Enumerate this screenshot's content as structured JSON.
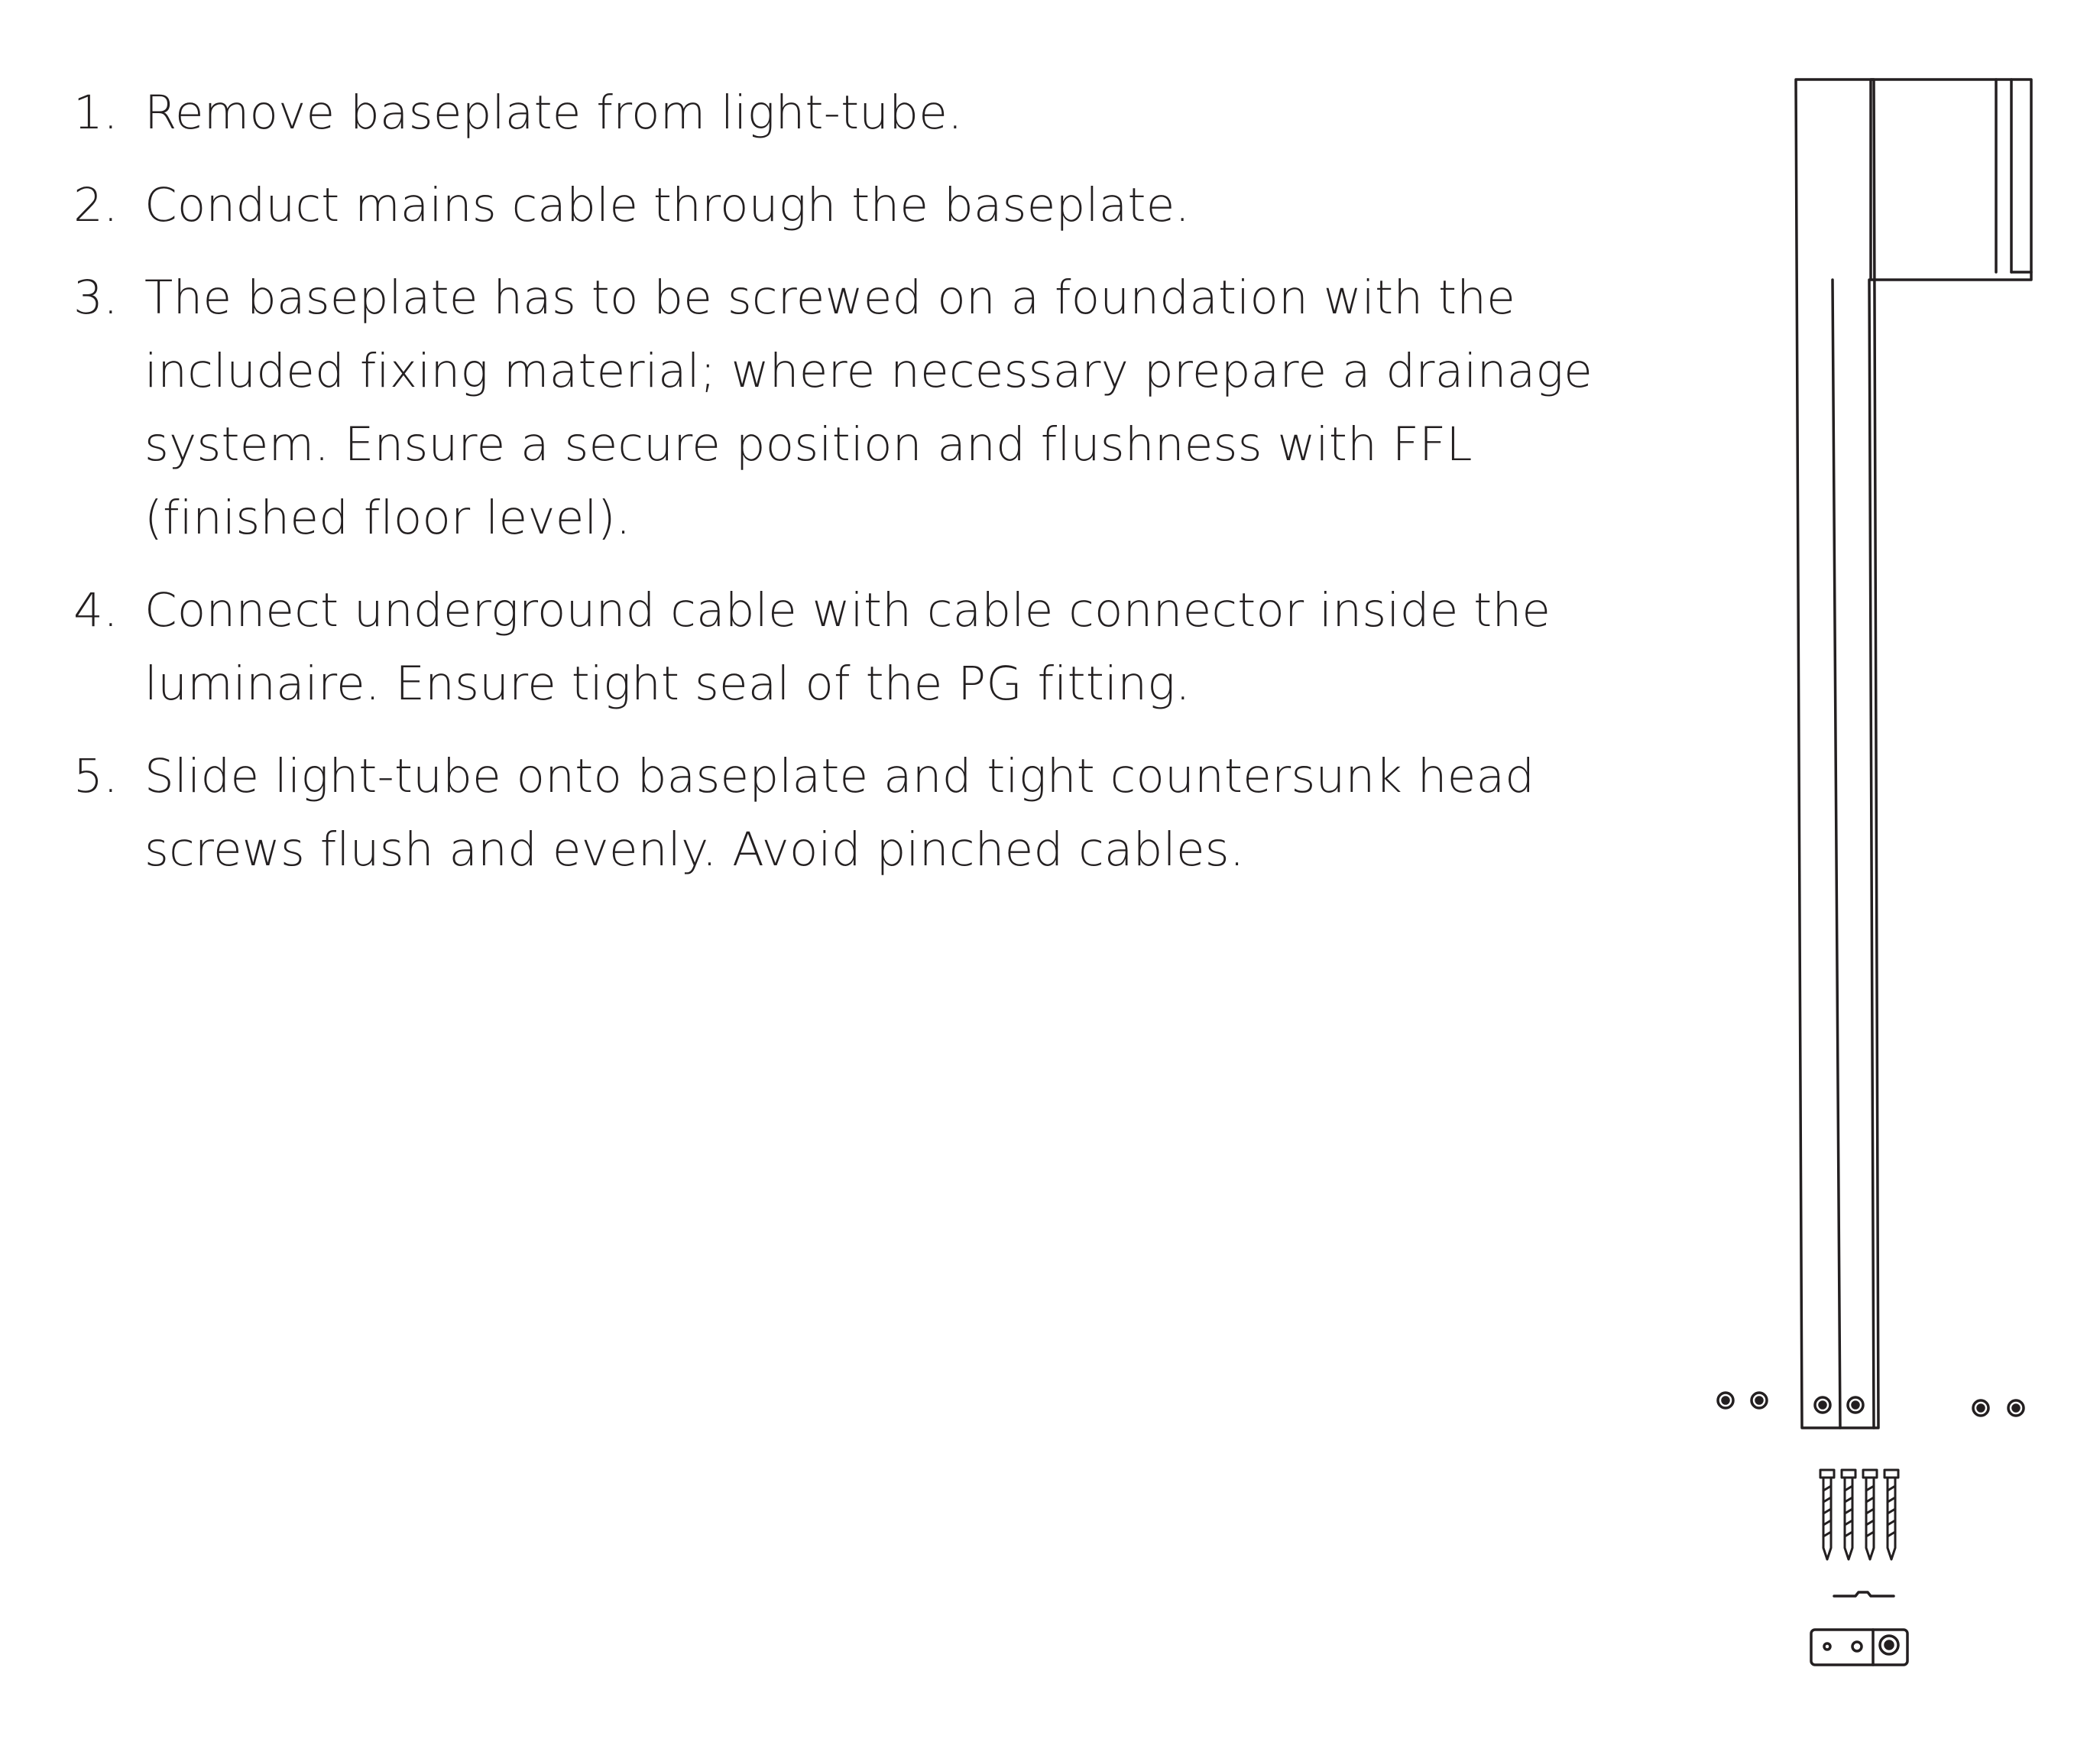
{
  "instructions": {
    "steps": [
      {
        "number": "1.",
        "text": "Remove baseplate from light-tube."
      },
      {
        "number": "2.",
        "text": "Conduct mains cable through the baseplate."
      },
      {
        "number": "3.",
        "text": "The baseplate has to be screwed on a foundation with the included fixing material; where necessary prepare a drainage system. Ensure a secure position and flushness with FFL (finished floor level)."
      },
      {
        "number": "4.",
        "text": "Connect underground cable with cable connector inside the luminaire. Ensure tight seal of the PG fitting."
      },
      {
        "number": "5.",
        "text": "Slide light-tube onto baseplate and tight countersunk head screws flush and evenly. Avoid pinched cables."
      }
    ]
  },
  "illustration": {
    "subject": "bollard light-tube exploded assembly with screws, dowels, cable connector and baseplate",
    "line_color": "#231f20"
  }
}
